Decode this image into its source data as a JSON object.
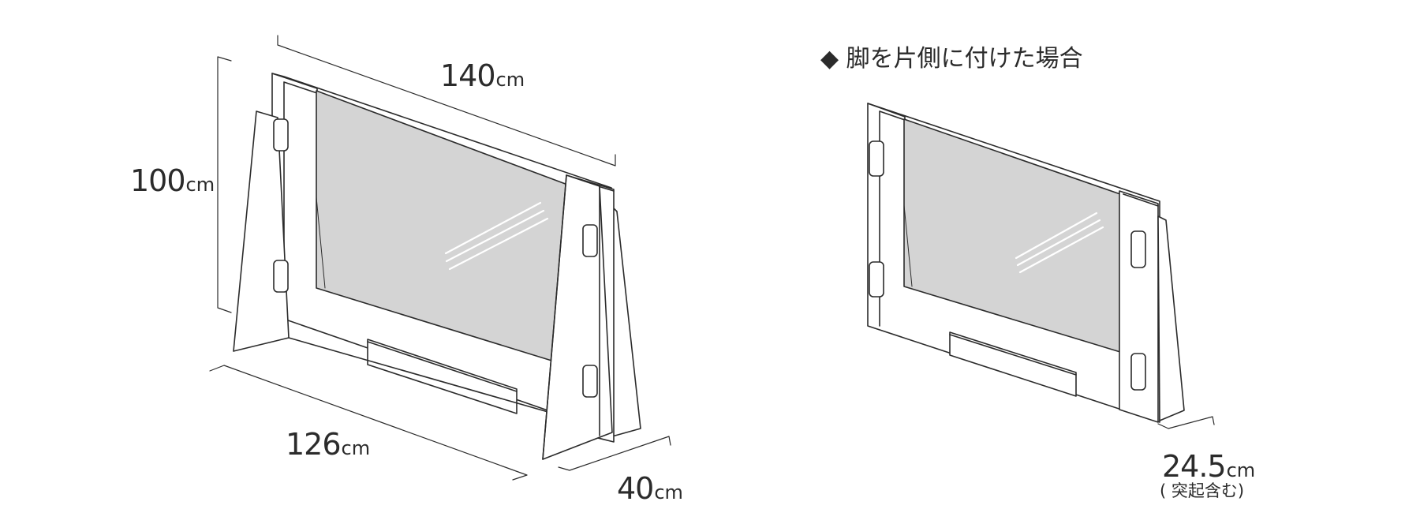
{
  "left_diagram": {
    "height": {
      "value": "100",
      "unit": "cm"
    },
    "width": {
      "value": "140",
      "unit": "cm"
    },
    "base_length": {
      "value": "126",
      "unit": "cm"
    },
    "depth": {
      "value": "40",
      "unit": "cm"
    }
  },
  "right_diagram": {
    "title": "◆ 脚を片側に付けた場合",
    "depth": {
      "value": "24.5",
      "unit": "cm"
    },
    "depth_note": "( 突起含む)"
  },
  "colors": {
    "line": "#2b2b2b",
    "panel_fill": "#d4d4d4",
    "frame_fill": "#ffffff"
  }
}
